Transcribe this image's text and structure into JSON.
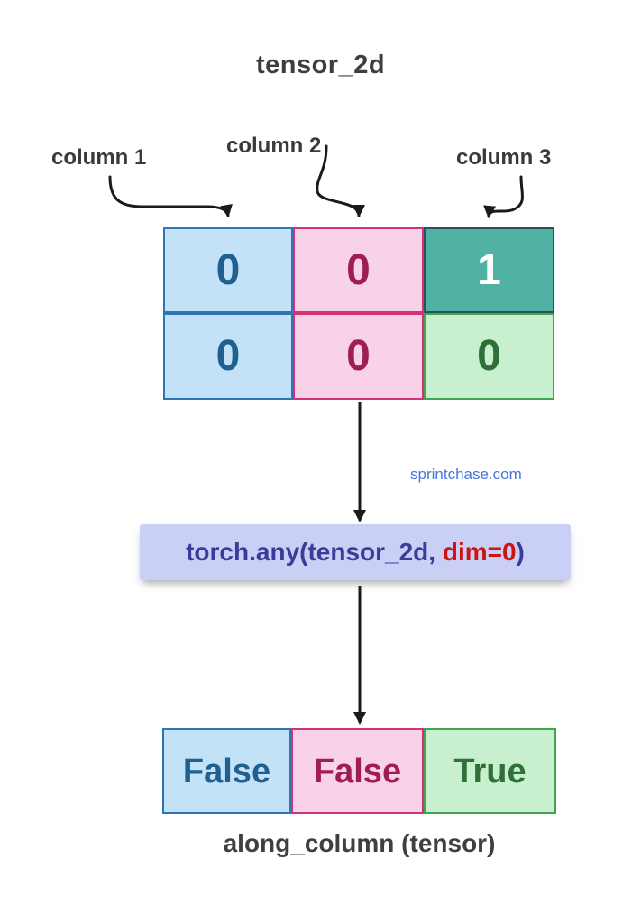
{
  "title": "tensor_2d",
  "columns": [
    {
      "label": "column 1"
    },
    {
      "label": "column 2"
    },
    {
      "label": "column 3"
    }
  ],
  "tensor": {
    "rows": [
      [
        "0",
        "0",
        "1"
      ],
      [
        "0",
        "0",
        "0"
      ]
    ]
  },
  "watermark": "sprintchase.com",
  "code": {
    "prefix": "torch.any(tensor_2d, ",
    "highlight": "dim=0",
    "suffix": ")"
  },
  "result": [
    "False",
    "False",
    "True"
  ],
  "caption": "along_column (tensor)",
  "colors": {
    "cell_blue_bg": "#C3E1F7",
    "cell_blue_border": "#2E75B6",
    "cell_blue_text": "#20608F",
    "cell_pink_bg": "#F8D2E7",
    "cell_pink_border": "#D63077",
    "cell_pink_text": "#A01C55",
    "cell_teal_bg": "#4FB2A3",
    "cell_teal_border": "#2B525C",
    "cell_teal_text": "#FFFFFF",
    "cell_green_bg": "#C9F0CE",
    "cell_green_border": "#3FA64B",
    "cell_green_text": "#2E7038",
    "code_box_bg": "#C9CFF5",
    "code_text": "#3D3B99",
    "code_highlight": "#CC1414",
    "watermark_text": "#4576E4",
    "heading_text": "#3E3E3E",
    "arrow": "#1A1A1A"
  }
}
